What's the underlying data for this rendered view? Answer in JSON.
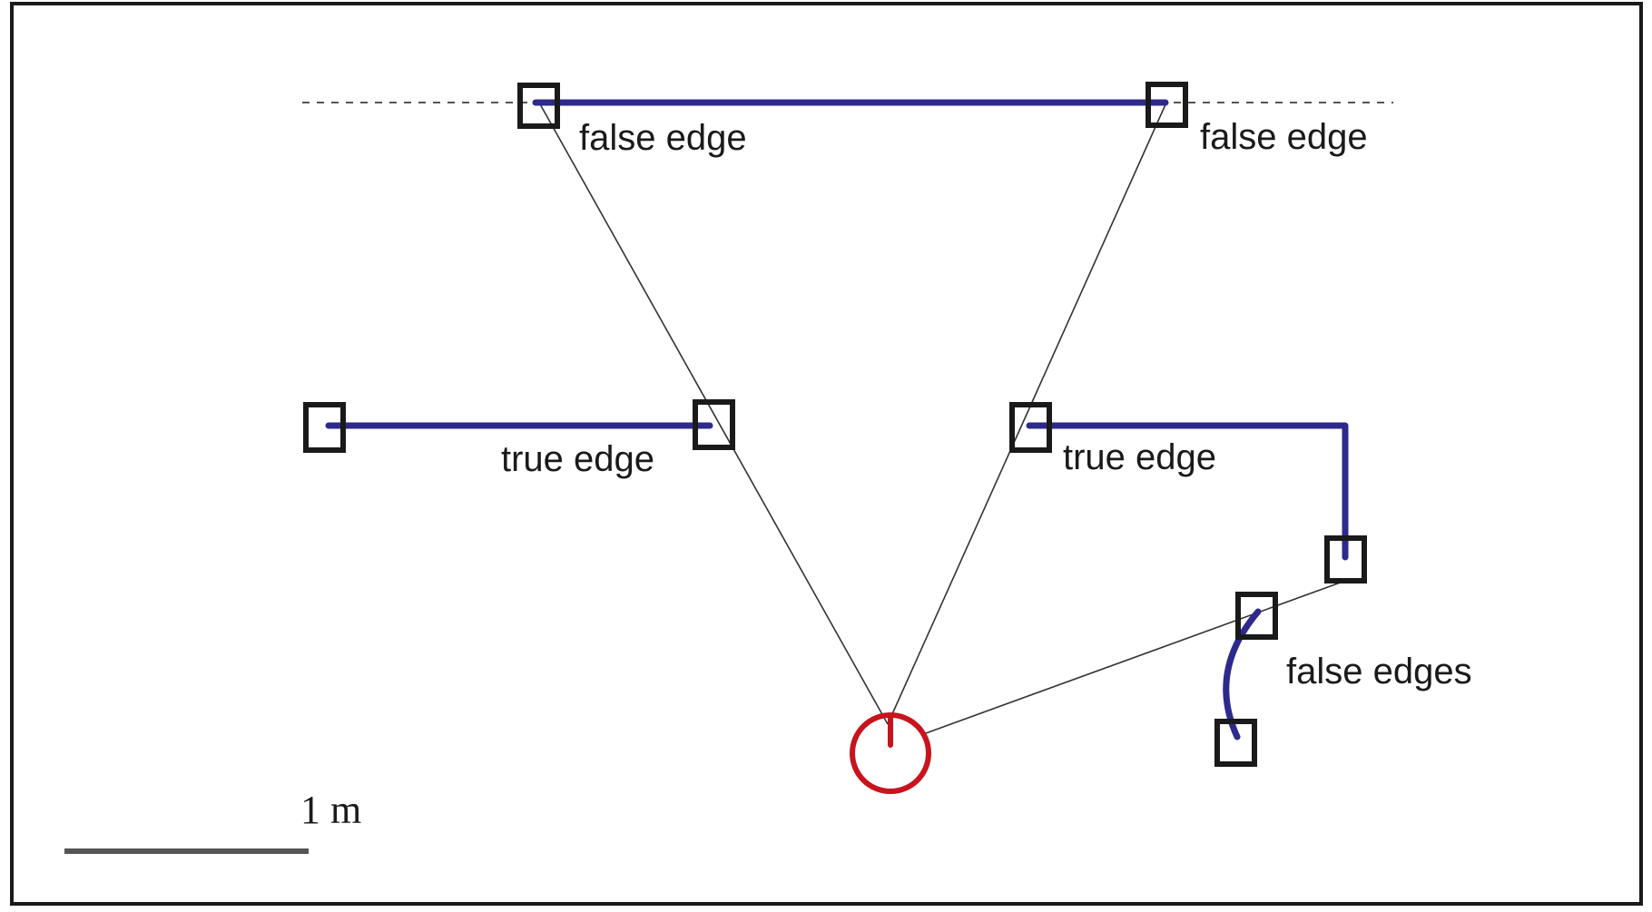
{
  "labels": {
    "false_edge_left": "false edge",
    "false_edge_right": "false edge",
    "true_edge_left": "true edge",
    "true_edge_right": "true edge",
    "false_edges": "false edges"
  },
  "scale_bar": {
    "label": "1 m"
  },
  "colors": {
    "edge": "#2e2a8c",
    "robot": "#c8141c",
    "ray": "#333333",
    "landmark": "#1a1a1a",
    "frame": "#1a1a1a"
  }
}
